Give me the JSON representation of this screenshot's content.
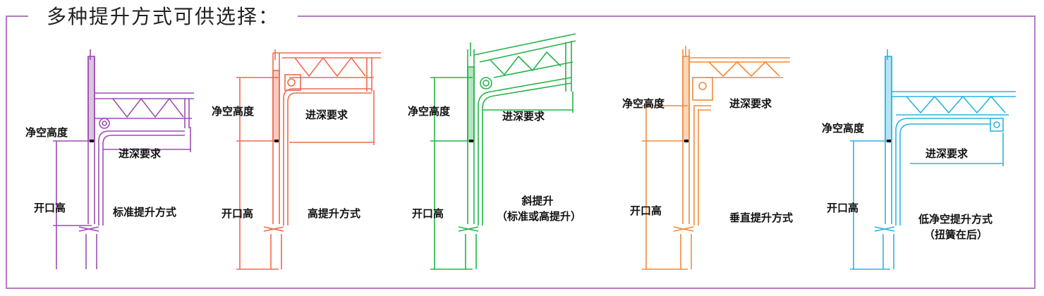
{
  "heading": "多种提升方式可供选择：",
  "colors": {
    "frame": "#b57bc0",
    "standard": "#9a4fb0",
    "high": "#ee6b4d",
    "sloped": "#27b34a",
    "vertical": "#f08a3a",
    "low": "#2cb4e0"
  },
  "diagrams": [
    {
      "clear_height": "净空高度",
      "depth": "进深要求",
      "opening": "开口高",
      "caption": "标准提升方式",
      "caption2": ""
    },
    {
      "clear_height": "净空高度",
      "depth": "进深要求",
      "opening": "开口高",
      "caption": "高提升方式",
      "caption2": ""
    },
    {
      "clear_height": "净空高度",
      "depth": "进深要求",
      "opening": "开口高",
      "caption": "斜提升",
      "caption2": "（标准或高提升）"
    },
    {
      "clear_height": "净空高度",
      "depth": "进深要求",
      "opening": "开口高",
      "caption": "垂直提升方式",
      "caption2": ""
    },
    {
      "clear_height": "净空高度",
      "depth": "进深要求",
      "opening": "开口高",
      "caption": "低净空提升方式",
      "caption2": "（扭簧在后）"
    }
  ]
}
